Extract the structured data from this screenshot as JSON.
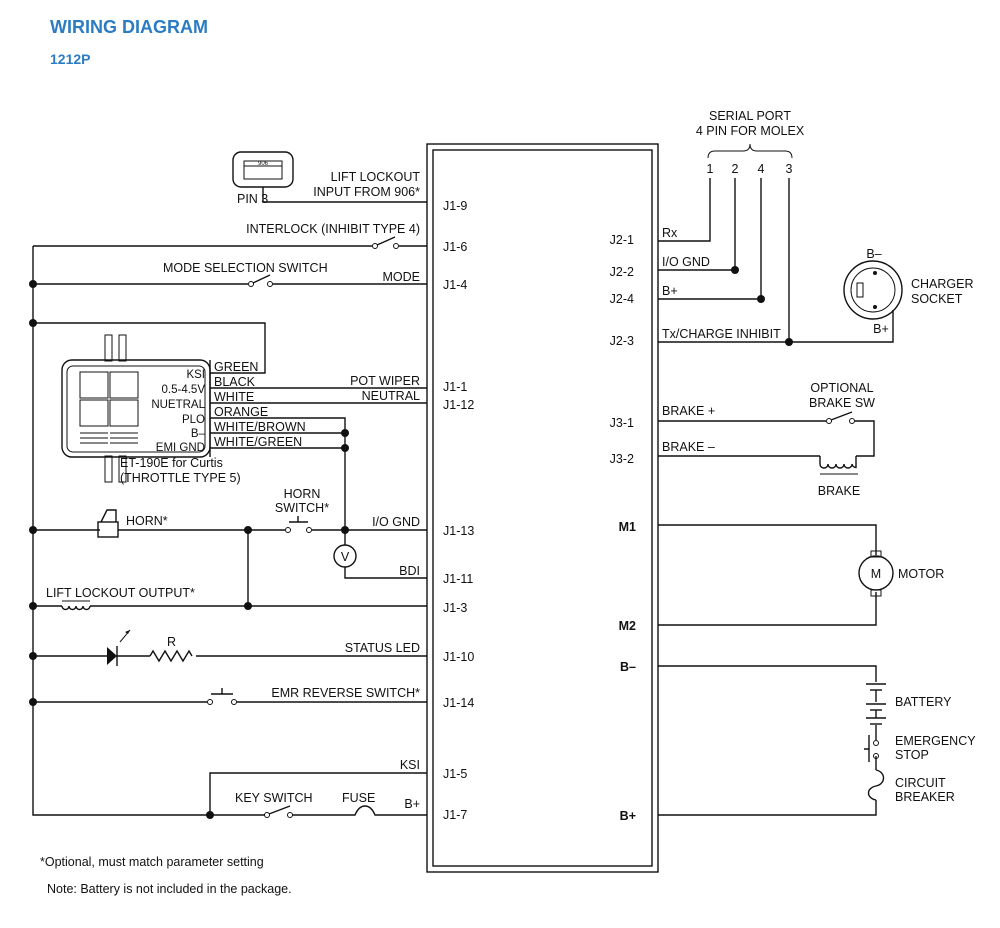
{
  "header": {
    "title": "WIRING DIAGRAM",
    "subtitle": "1212P"
  },
  "controller": {
    "pins_left": [
      "J1-9",
      "J1-6",
      "J1-4",
      "J1-1",
      "J1-12",
      "J1-13",
      "J1-11",
      "J1-3",
      "J1-10",
      "J1-14",
      "J1-5",
      "J1-7"
    ],
    "pins_right": [
      "J2-1",
      "J2-2",
      "J2-4",
      "J2-3",
      "J3-1",
      "J3-2"
    ],
    "power_terminals": [
      "M1",
      "M2",
      "B–",
      "B+"
    ]
  },
  "left_labels": {
    "meter_model": "906",
    "pin3": "PIN 3",
    "lift_lockout_input_1": "LIFT LOCKOUT",
    "lift_lockout_input_2": "INPUT FROM 906*",
    "interlock": "INTERLOCK (INHIBIT TYPE 4)",
    "mode_selection": "MODE SELECTION SWITCH",
    "mode": "MODE",
    "pot_wiper": "POT WIPER",
    "neutral": "NEUTRAL",
    "horn": "HORN*",
    "horn_switch_1": "HORN",
    "horn_switch_2": "SWITCH*",
    "io_gnd": "I/O GND",
    "voltmeter": "V",
    "bdi": "BDI",
    "lift_lockout_output": "LIFT LOCKOUT OUTPUT*",
    "resistor": "R",
    "status_led": "STATUS LED",
    "emr_reverse": "EMR REVERSE SWITCH*",
    "ksi": "KSI",
    "key_switch": "KEY SWITCH",
    "fuse": "FUSE",
    "b_plus": "B+"
  },
  "throttle": {
    "pin_labels": [
      "KSI",
      "0.5-4.5V",
      "NUETRAL",
      "PLO",
      "B–",
      "EMI GND"
    ],
    "wire_colors": [
      "GREEN",
      "BLACK",
      "WHITE",
      "ORANGE",
      "WHITE/BROWN",
      "WHITE/GREEN"
    ],
    "caption_1": "ET-190E for Curtis",
    "caption_2": "(THROTTLE TYPE 5)"
  },
  "right_labels": {
    "serial_port_1": "SERIAL PORT",
    "serial_port_2": "4 PIN FOR MOLEX",
    "serial_pins": [
      "1",
      "2",
      "4",
      "3"
    ],
    "rx": "Rx",
    "io_gnd": "I/O GND",
    "b_plus": "B+",
    "tx": "Tx/CHARGE INHIBIT",
    "charger_bminus": "B–",
    "charger_bplus": "B+",
    "charger_1": "CHARGER",
    "charger_2": "SOCKET",
    "brake_plus": "BRAKE +",
    "brake_minus": "BRAKE –",
    "optional_brake_1": "OPTIONAL",
    "optional_brake_2": "BRAKE SW",
    "brake": "BRAKE",
    "motor_symbol": "M",
    "motor": "MOTOR",
    "battery": "BATTERY",
    "emergency_1": "EMERGENCY",
    "emergency_2": "STOP",
    "circuit_1": "CIRCUIT",
    "circuit_2": "BREAKER"
  },
  "notes": {
    "optional": "*Optional, must match parameter setting",
    "battery": "Note: Battery is not included in the package."
  }
}
